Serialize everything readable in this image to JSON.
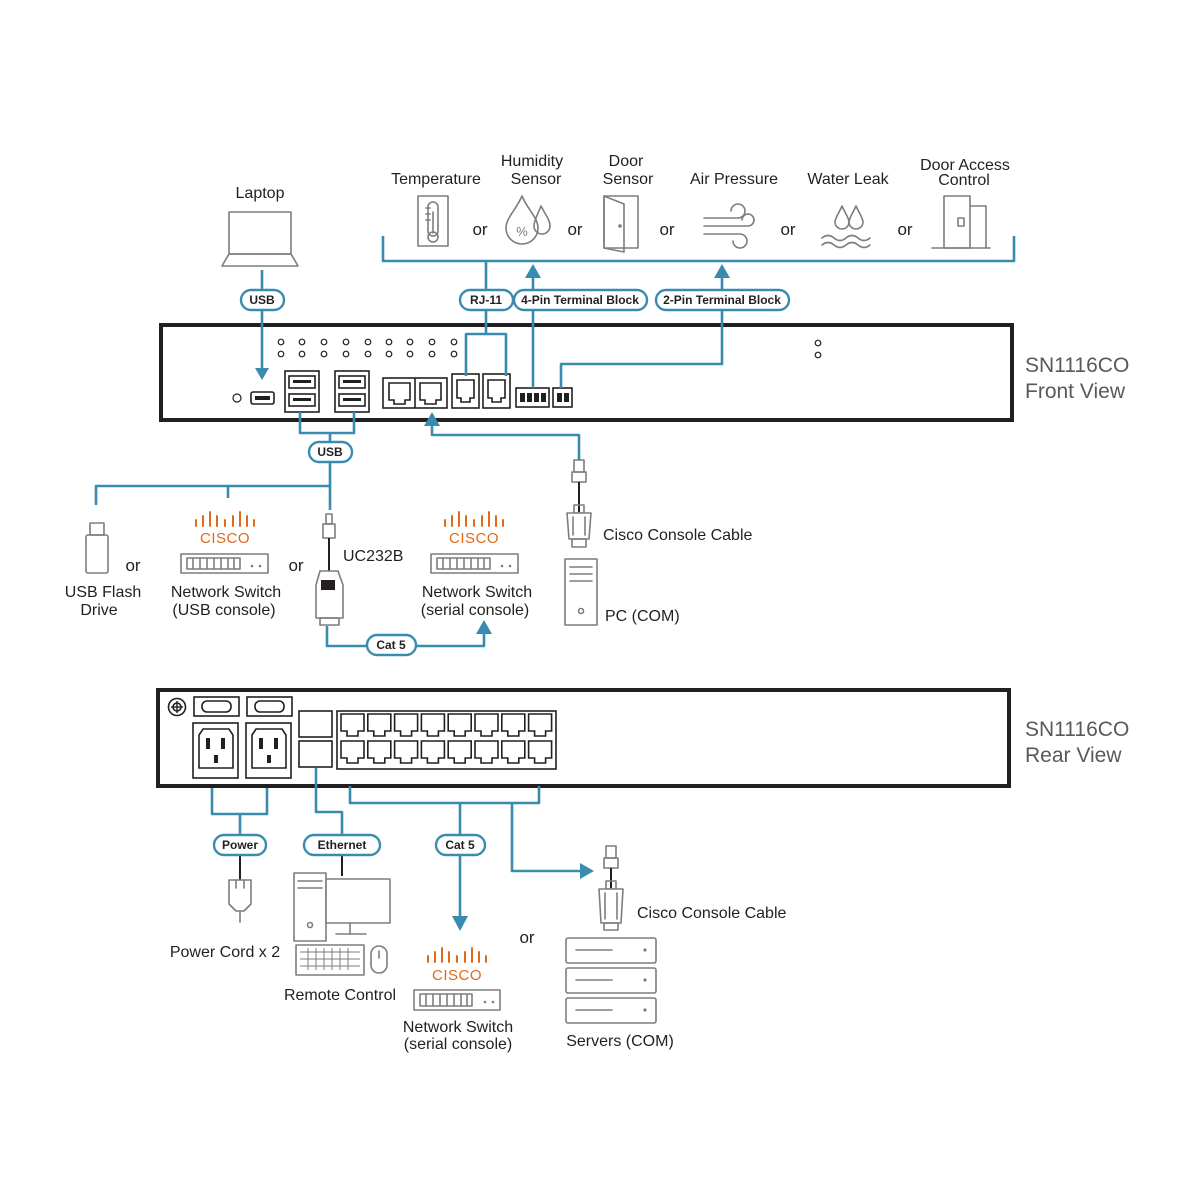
{
  "sensors": {
    "temperature": "Temperature",
    "humidity_1": "Humidity",
    "humidity_2": "Sensor",
    "door_1": "Door",
    "door_2": "Sensor",
    "air_pressure": "Air Pressure",
    "water_leak": "Water Leak",
    "door_access_1": "Door Access",
    "door_access_2": "Control",
    "or": "or"
  },
  "front": {
    "laptop": "Laptop",
    "usb_top": "USB",
    "rj11": "RJ-11",
    "four_pin": "4-Pin Terminal Block",
    "two_pin": "2-Pin Terminal Block",
    "model": "SN1116CO",
    "view": "Front View",
    "usb_bottom": "USB",
    "usb_flash_1": "USB Flash",
    "usb_flash_2": "Drive",
    "ns_usb_1": "Network Switch",
    "ns_usb_2": "(USB console)",
    "uc232b": "UC232B",
    "ns_serial_1": "Network Switch",
    "ns_serial_2": "(serial console)",
    "cat5": "Cat 5",
    "cisco_cable": "Cisco Console Cable",
    "pc_com": "PC (COM)",
    "cisco": "CISCO",
    "or": "or"
  },
  "rear": {
    "model": "SN1116CO",
    "view": "Rear View",
    "power": "Power",
    "ethernet": "Ethernet",
    "cat5": "Cat 5",
    "power_cord": "Power Cord x 2",
    "remote_control": "Remote Control",
    "ns_serial_1": "Network Switch",
    "ns_serial_2": "(serial console)",
    "cisco": "CISCO",
    "cisco_cable": "Cisco Console Cable",
    "servers": "Servers (COM)",
    "or": "or"
  },
  "colors": {
    "wire": "#3a8bb0",
    "cisco": "#e06a1b",
    "device": "#231f20",
    "icon": "#7d7d7d"
  }
}
